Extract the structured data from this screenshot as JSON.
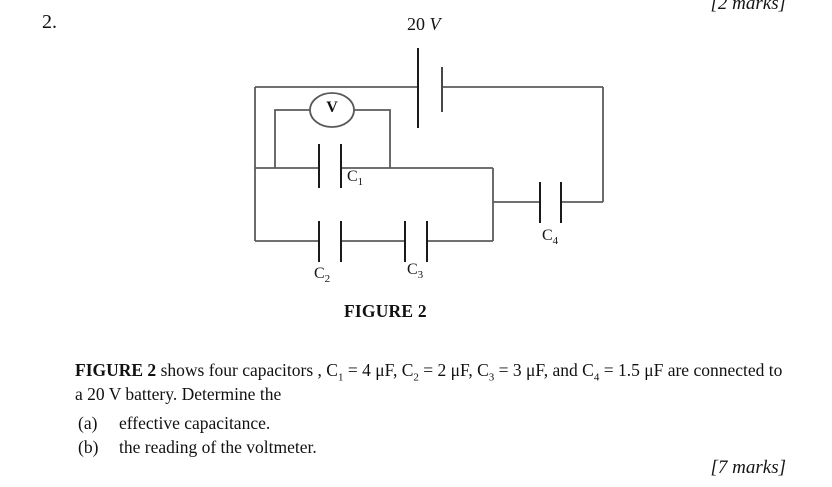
{
  "page": {
    "question_number": "2.",
    "marks_top": "[2 marks]",
    "marks_bottom": "[7 marks]"
  },
  "figure": {
    "caption": "FIGURE 2",
    "battery": {
      "value": "20 ",
      "unit": "V"
    },
    "voltmeter_label": "V",
    "capacitor_labels": [
      {
        "base": "C",
        "sub": "1"
      },
      {
        "base": "C",
        "sub": "2"
      },
      {
        "base": "C",
        "sub": "3"
      },
      {
        "base": "C",
        "sub": "4"
      }
    ]
  },
  "problem": {
    "lead_bold": "FIGURE 2",
    "intro": " shows four capacitors , ",
    "capacitors": [
      {
        "base": "C",
        "sub": "1",
        "value": " = 4 μF, "
      },
      {
        "base": "C",
        "sub": "2",
        "value": " = 2 μF, "
      },
      {
        "base": "C",
        "sub": "3",
        "value": " = 3 μF, and "
      },
      {
        "base": "C",
        "sub": "4",
        "value": " = 1.5 μF"
      }
    ],
    "outro": " are connected to a 20 V battery. Determine the",
    "items": [
      {
        "marker": "(a)",
        "text": "effective capacitance."
      },
      {
        "marker": "(b)",
        "text": "the reading of the voltmeter."
      }
    ]
  },
  "colors": {
    "wire": "#5a5b5d",
    "plate": "#1a1a1a",
    "text": "#111111",
    "background": "#ffffff"
  }
}
